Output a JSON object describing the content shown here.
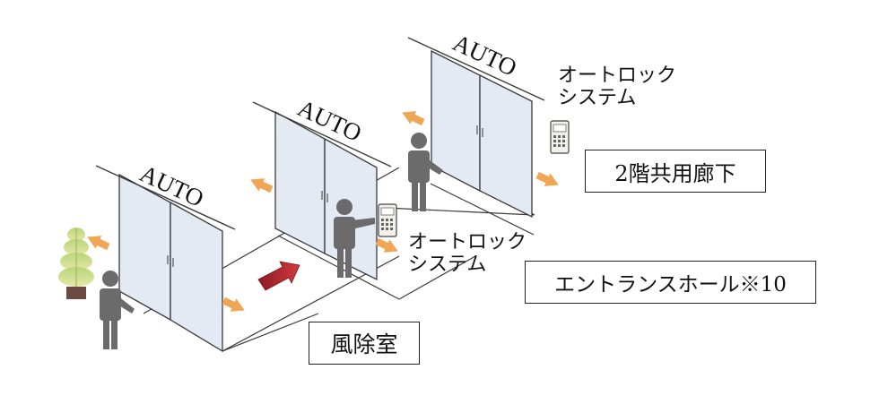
{
  "doors": [
    {
      "id": "front",
      "sign": "AUTO"
    },
    {
      "id": "middle",
      "sign": "AUTO"
    },
    {
      "id": "back",
      "sign": "AUTO"
    }
  ],
  "labels": {
    "vestibule": "風除室",
    "entrance_hall": "エントランスホール※10",
    "corridor_2f": "2階共用廊下",
    "autolock_1_line1": "オートロック",
    "autolock_1_line2": "システム",
    "autolock_2_line1": "オートロック",
    "autolock_2_line2": "システム"
  },
  "colors": {
    "glass": "#e3eaf4",
    "frame": "#3a3a3a",
    "person": "#6b6b6b",
    "arrow_orange": "#f0a654",
    "arrow_red": "#b3202a"
  }
}
